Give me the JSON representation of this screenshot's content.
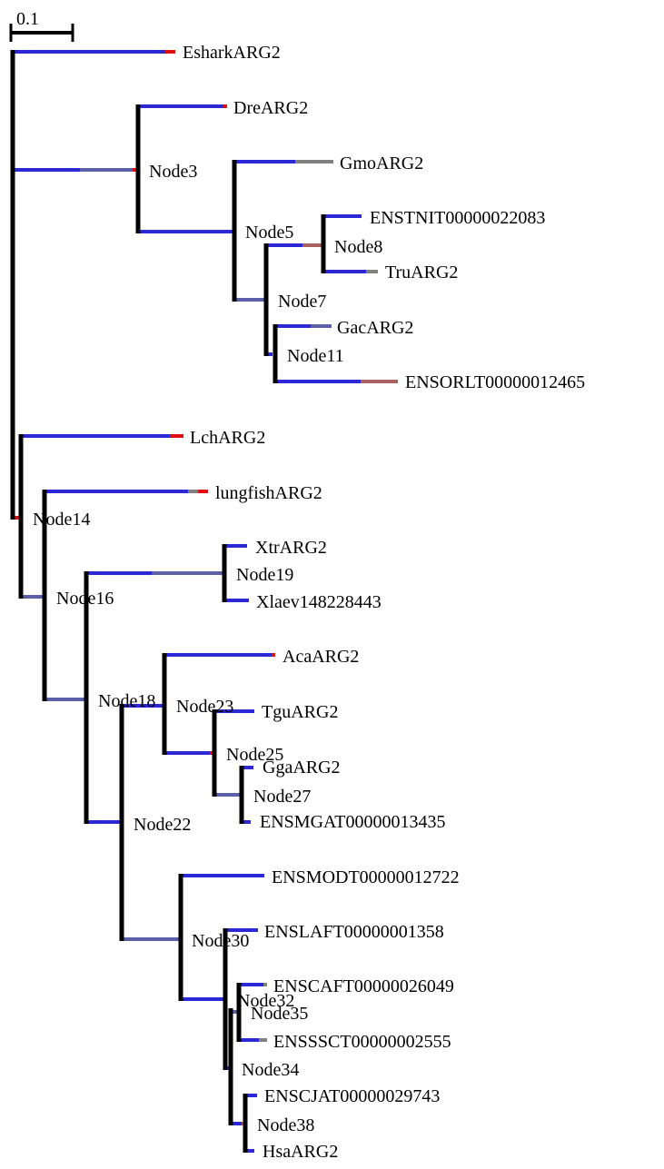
{
  "scale_bar": {
    "label": "0.1"
  },
  "colors": {
    "branch_blue": "#2c28d6",
    "branch_slate": "#5b5fa8",
    "branch_gray": "#808080",
    "branch_rose": "#a86060",
    "branch_red": "#e01010",
    "vertical": "#000000"
  },
  "leaves": {
    "eshark": "EsharkARG2",
    "dre": "DreARG2",
    "gmo": "GmoARG2",
    "enstnit": "ENSTNIT00000022083",
    "tru": "TruARG2",
    "gac": "GacARG2",
    "ensorlt": "ENSORLT00000012465",
    "lch": "LchARG2",
    "lungfish": "lungfishARG2",
    "xtr": "XtrARG2",
    "xlaev": "Xlaev148228443",
    "aca": "AcaARG2",
    "tgu": "TguARG2",
    "gga": "GgaARG2",
    "ensmgat": "ENSMGAT00000013435",
    "ensmodt": "ENSMODT00000012722",
    "enslaft": "ENSLAFT00000001358",
    "enscaft": "ENSCAFT00000026049",
    "enssssct": "ENSSSCT00000002555",
    "enscjat": "ENSCJAT00000029743",
    "hsa": "HsaARG2"
  },
  "nodes": {
    "node3": "Node3",
    "node5": "Node5",
    "node7": "Node7",
    "node8": "Node8",
    "node11": "Node11",
    "node14": "Node14",
    "node16": "Node16",
    "node18": "Node18",
    "node19": "Node19",
    "node22": "Node22",
    "node23": "Node23",
    "node25": "Node25",
    "node27": "Node27",
    "node30": "Node30",
    "node32": "Node32",
    "node34": "Node34",
    "node35": "Node35",
    "node38": "Node38"
  }
}
